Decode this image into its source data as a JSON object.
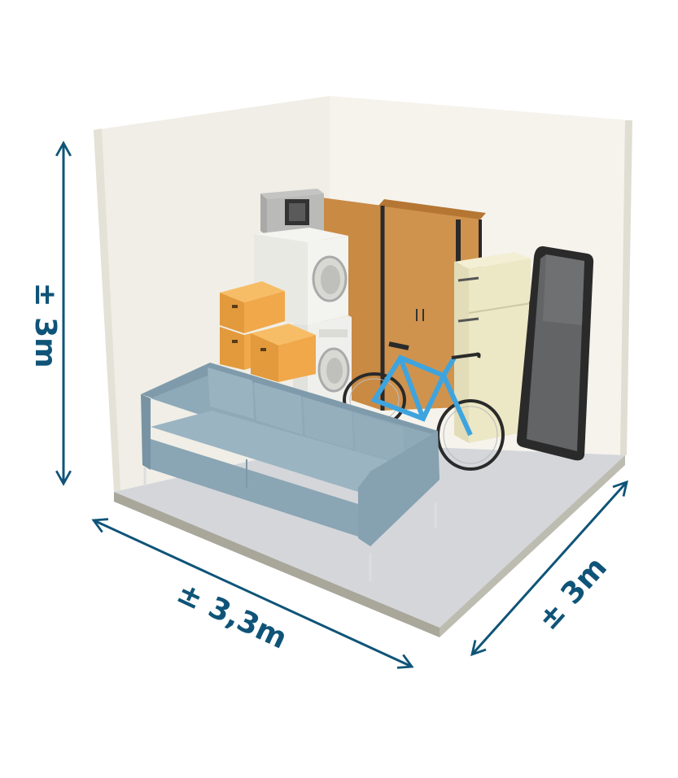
{
  "dimensions": {
    "height_label": "± 3m",
    "width_label": "± 3,3m",
    "depth_label": "± 3m"
  },
  "colors": {
    "arrow": "#0f5478",
    "wall": "#f0eee6",
    "floor": "#d4d6da",
    "sofa": "#8ea9b8",
    "box": "#f0a84a",
    "wardrobe": "#c98a44",
    "bike": "#3fa4de"
  },
  "contents": [
    "microwave-icon",
    "washing-machine-icon",
    "dryer-icon",
    "storage-box-icon",
    "wardrobe-icon",
    "fridge-icon",
    "mirror-icon",
    "bicycle-icon",
    "sofa-icon"
  ]
}
